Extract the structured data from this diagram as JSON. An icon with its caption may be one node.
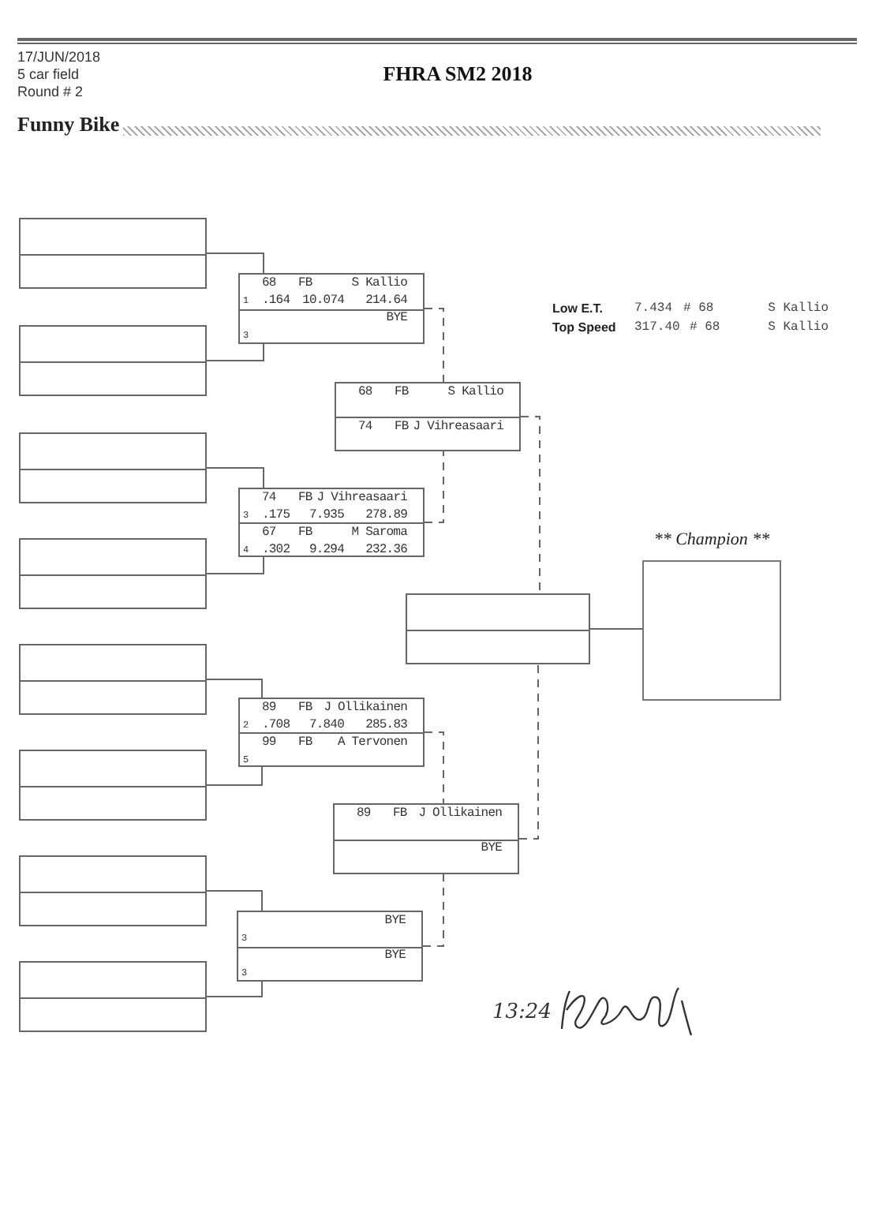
{
  "diagram": {
    "title": "FHRA SM2 2018",
    "nodes": [
      {
        "text": [],
        "shape": "box"
      },
      {
        "text": [],
        "shape": "box"
      },
      {
        "text": [],
        "shape": "box"
      },
      {
        "text": [],
        "shape": "box"
      },
      {
        "text": [],
        "shape": "box"
      },
      {
        "text": [],
        "shape": "box"
      },
      {
        "text": [],
        "shape": "box"
      },
      {
        "text": [],
        "shape": "box"
      },
      {
        "text": [
          "68",
          "FB",
          "S Kallio",
          "1",
          ".164",
          "10.074",
          "214.64",
          "BYE",
          "3"
        ]
      },
      {
        "text": [
          "74",
          "FB",
          "J Vihreasaari",
          "3",
          ".175",
          "7.935",
          "278.89",
          "67",
          "FB",
          "M Saroma",
          "4",
          ".302",
          "9.294",
          "232.36"
        ]
      },
      {
        "text": [
          "89",
          "FB",
          "J Ollikainen",
          "2",
          ".708",
          "7.840",
          "285.83",
          "99",
          "FB",
          "A Tervonen",
          "5"
        ]
      },
      {
        "text": [
          "BYE",
          "3",
          "BYE",
          "3"
        ]
      },
      {
        "text": [
          "68",
          "FB",
          "S Kallio",
          "74",
          "FB",
          "J Vihreasaari"
        ]
      },
      {
        "text": [
          "89",
          "FB",
          "J Ollikainen",
          "BYE"
        ]
      },
      {
        "text": [],
        "shape": "box"
      },
      {
        "text": [
          "** Champion **"
        ]
      }
    ],
    "edges": [
      {
        "from": 0,
        "to": 8,
        "arrow": "none"
      },
      {
        "from": 1,
        "to": 8,
        "arrow": "none"
      },
      {
        "from": 2,
        "to": 9,
        "arrow": "none"
      },
      {
        "from": 3,
        "to": 9,
        "arrow": "none"
      },
      {
        "from": 4,
        "to": 10,
        "arrow": "none"
      },
      {
        "from": 5,
        "to": 10,
        "arrow": "none"
      },
      {
        "from": 6,
        "to": 11,
        "arrow": "none"
      },
      {
        "from": 7,
        "to": 11,
        "arrow": "none"
      },
      {
        "from": 8,
        "to": 12,
        "arrow": "none",
        "style": "dashed"
      },
      {
        "from": 9,
        "to": 12,
        "arrow": "none",
        "style": "dashed"
      },
      {
        "from": 10,
        "to": 13,
        "arrow": "none",
        "style": "dashed"
      },
      {
        "from": 11,
        "to": 13,
        "arrow": "none",
        "style": "dashed"
      },
      {
        "from": 12,
        "to": 14,
        "arrow": "none",
        "style": "dashed"
      },
      {
        "from": 13,
        "to": 14,
        "arrow": "none",
        "style": "dashed"
      },
      {
        "from": 14,
        "to": 15,
        "arrow": "none"
      }
    ],
    "labels": [
      "17/JUN/2018",
      "5 car field",
      "Round # 2",
      "Funny Bike",
      "Low E.T.",
      "7.434",
      "# 68",
      "S Kallio",
      "Top Speed",
      "317.40",
      "# 68",
      "S Kallio",
      "13:24"
    ]
  }
}
